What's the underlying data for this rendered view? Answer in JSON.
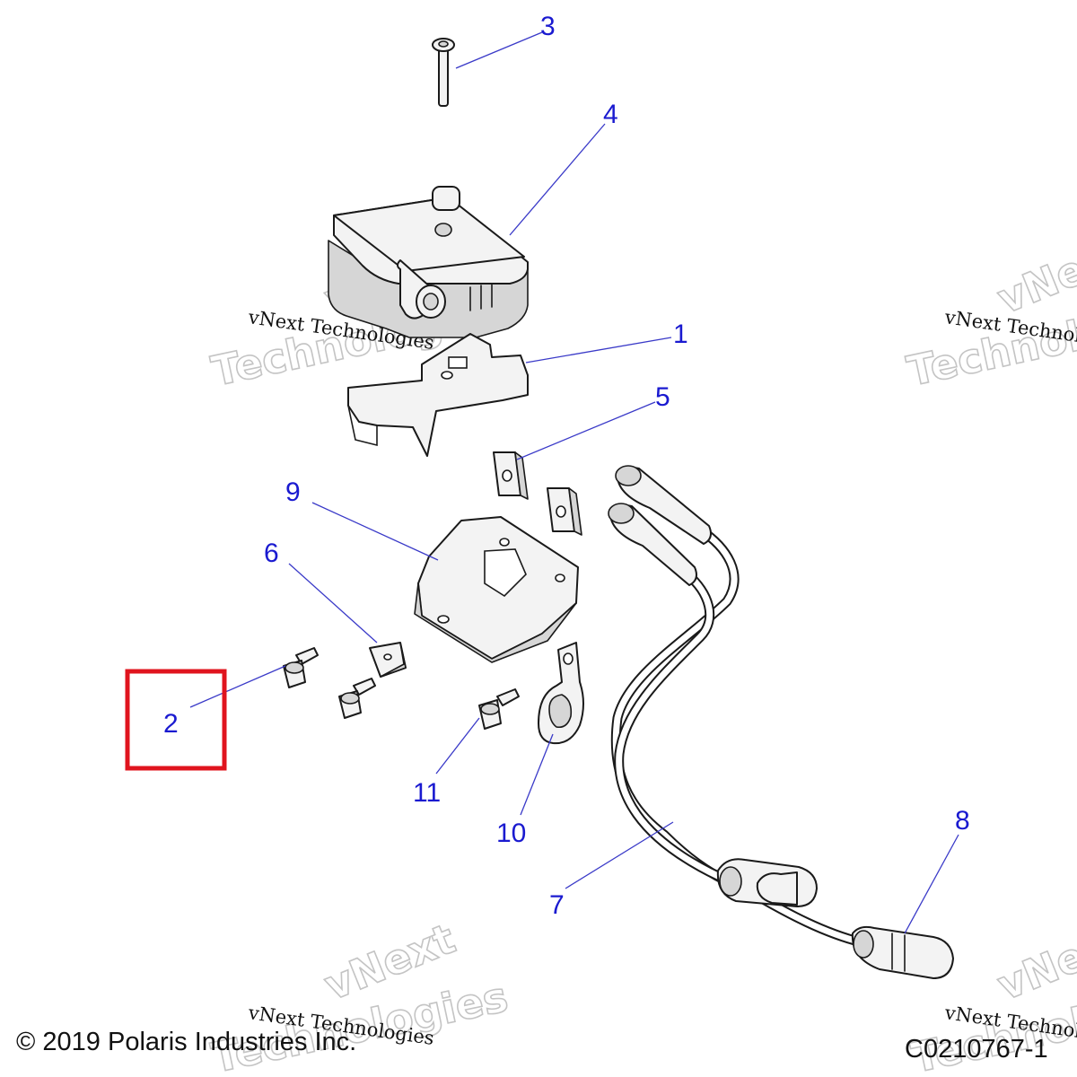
{
  "callouts": [
    {
      "id": "1",
      "label": "1"
    },
    {
      "id": "2",
      "label": "2"
    },
    {
      "id": "3",
      "label": "3"
    },
    {
      "id": "4",
      "label": "4"
    },
    {
      "id": "5",
      "label": "5"
    },
    {
      "id": "6",
      "label": "6"
    },
    {
      "id": "7",
      "label": "7"
    },
    {
      "id": "8",
      "label": "8"
    },
    {
      "id": "9",
      "label": "9"
    },
    {
      "id": "10",
      "label": "10"
    },
    {
      "id": "11",
      "label": "11"
    }
  ],
  "highlighted_callout": "2",
  "highlight_color": "#e0141e",
  "callout_color": "#1a1ad0",
  "watermark": {
    "line1": "vNext Technologies",
    "line2a": "vNext",
    "line2b": "Technologies"
  },
  "footer": {
    "copyright": "© 2019 Polaris Industries Inc.",
    "figure_code": "C0210767-1"
  }
}
